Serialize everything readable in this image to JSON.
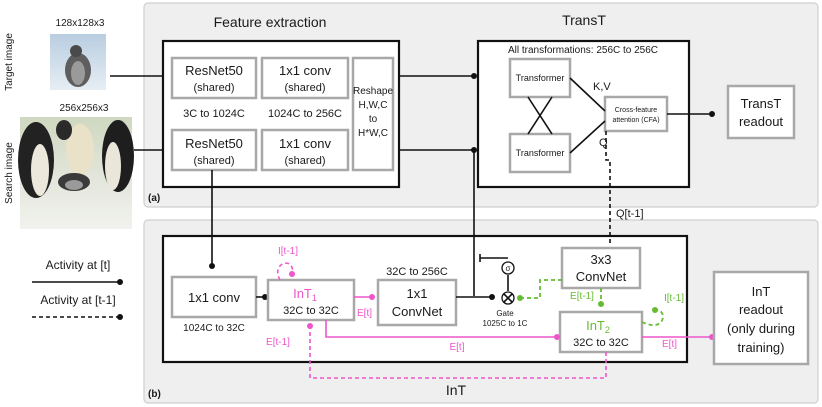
{
  "inputs": {
    "target_dim": "128x128x3",
    "target_label": "Target image",
    "search_dim": "256x256x3",
    "search_label": "Search image"
  },
  "legend": {
    "activity_t": "Activity at [t]",
    "activity_t1": "Activity at [t-1]"
  },
  "panel_a": {
    "tag": "(a)",
    "feature_extraction": {
      "title": "Feature extraction",
      "resnet_top_l1": "ResNet50",
      "resnet_top_l2": "(shared)",
      "conv_top_l1": "1x1 conv",
      "conv_top_l2": "(shared)",
      "resnet_caption": "3C to 1024C",
      "conv_caption": "1024C to 256C",
      "resnet_bot_l1": "ResNet50",
      "resnet_bot_l2": "(shared)",
      "conv_bot_l1": "1x1 conv",
      "conv_bot_l2": "(shared)",
      "reshape_l1": "Reshape",
      "reshape_l2": "H,W,C",
      "reshape_l3": "to",
      "reshape_l4": "H*W,C"
    },
    "transt": {
      "title": "TransT",
      "subtitle": "All transformations: 256C to 256C",
      "transformer_top": "Transformer",
      "transformer_bot": "Transformer",
      "kv": "K,V",
      "q": "Q",
      "cfa_l1": "Cross-feature",
      "cfa_l2": "attention (CFA)"
    },
    "readout_l1": "TransT",
    "readout_l2": "readout"
  },
  "panel_b": {
    "tag": "(b)",
    "title": "InT",
    "qt1": "Q[t-1]",
    "conv1_l1": "1x1 conv",
    "conv1_caption": "1024C to 32C",
    "int1_base": "InT",
    "int1_sub": "1",
    "int1_l2": "32C to 32C",
    "it1_top": "I[t-1]",
    "et_a": "E[t]",
    "conv2_caption": "32C to 256C",
    "conv2_l1": "1x1",
    "conv2_l2": "ConvNet",
    "sigma": "σ",
    "gate_l1": "Gate",
    "gate_l2": "1025C to 1C",
    "conv3_l1": "3x3",
    "conv3_l2": "ConvNet",
    "et1_green": "E[t-1]",
    "it1_right": "I[t-1]",
    "int2_base": "InT",
    "int2_sub": "2",
    "int2_l2": "32C to 32C",
    "et1_left": "E[t-1]",
    "et_b": "E[t]",
    "et_c": "E[t]",
    "readout_l1": "InT",
    "readout_l2": "readout",
    "readout_l3": "(only during",
    "readout_l4": "training)"
  },
  "colors": {
    "pink": "#ee55cc",
    "green": "#66bb33",
    "panel": "#efefef"
  }
}
